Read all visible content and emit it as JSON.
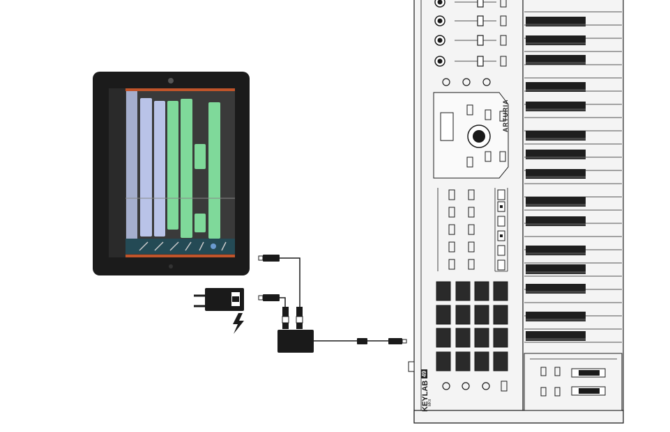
{
  "keyboard": {
    "brand": "ARTURIA",
    "model_name": "KEYLAB",
    "model_number": "49",
    "edition": "MKII"
  },
  "colors": {
    "line": "#1a1a1a",
    "panel": "#f4f4f4",
    "pad": "#2a2a2a",
    "tablet_body": "#1b1b1b",
    "screen_bg": "#3a3a3a",
    "track_green": "#7fd99a",
    "track_blue": "#b9c3e8",
    "track_accent": "#c0542a"
  },
  "icons": [
    "tablet-icon",
    "power-adapter-icon",
    "lightning-bolt-icon",
    "usb-hub-icon",
    "usb-cable-icon"
  ]
}
